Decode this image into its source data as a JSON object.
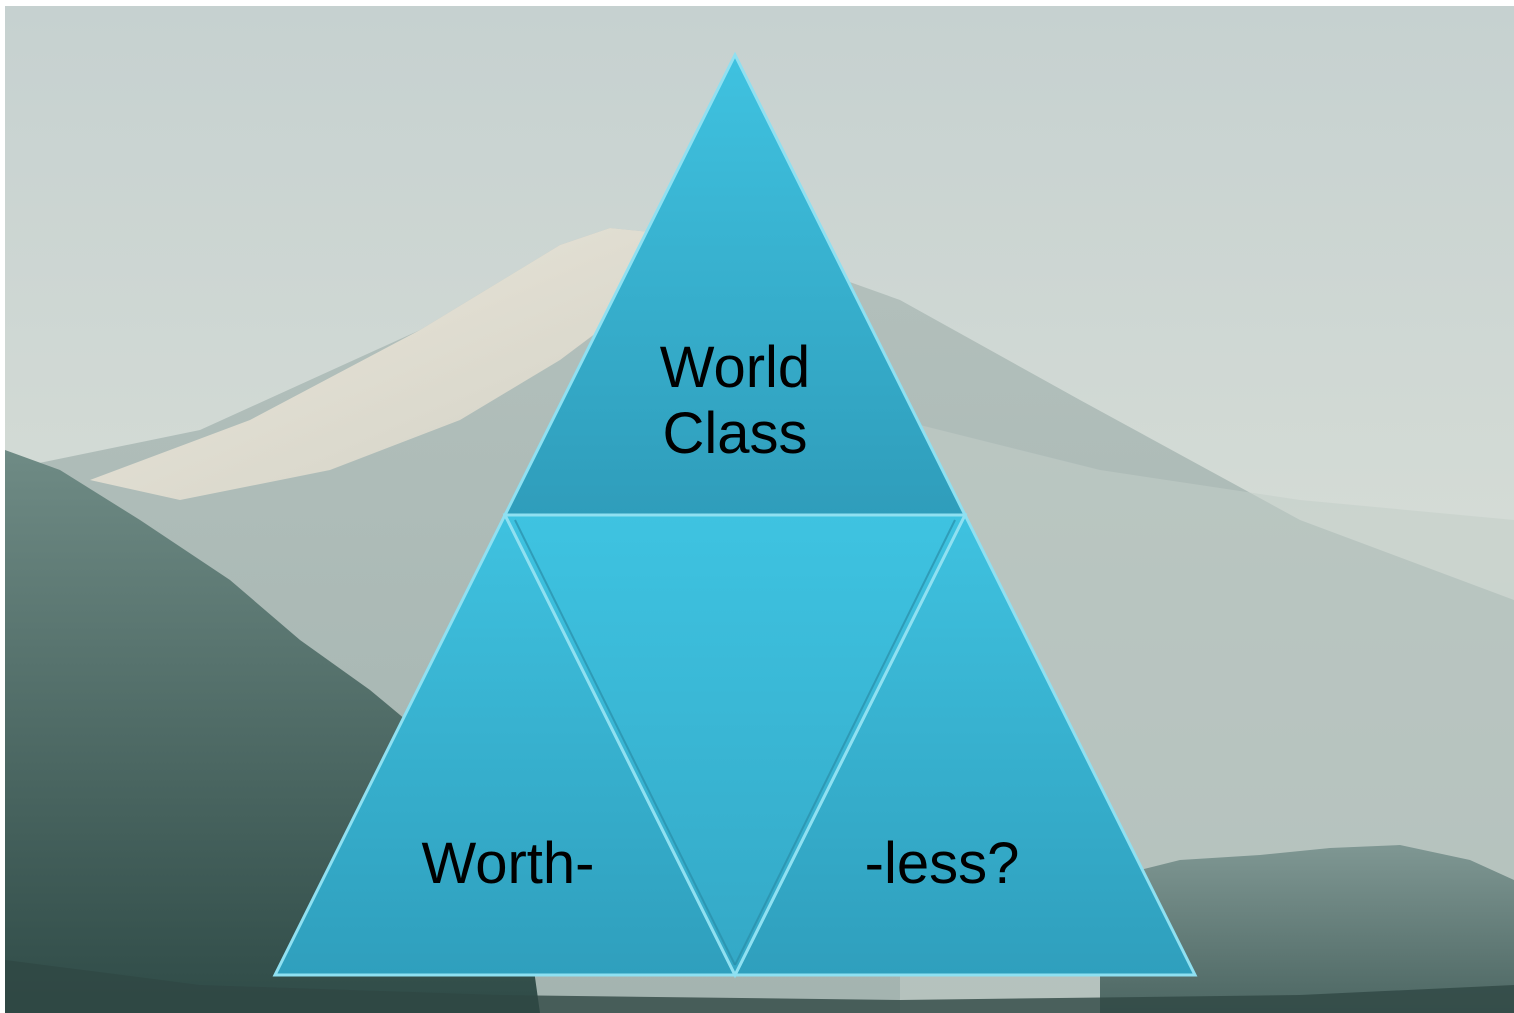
{
  "diagram": {
    "top_segment": {
      "lines": [
        "World",
        "Class"
      ]
    },
    "bottom_left_segment": {
      "label": "Worth-"
    },
    "bottom_right_segment": {
      "label": "-less?"
    }
  },
  "colors": {
    "triangle_face": "#3cbedd",
    "triangle_face_dark": "#2f9fbd",
    "triangle_edge": "#8fe0f1",
    "sky_top": "#c9d4d3",
    "sky_bottom": "#d3dbd6",
    "snow": "#e7e1d3",
    "distant_mountain": "#aab8b4",
    "forest_mid": "#5a7670",
    "forest_dark": "#33504c"
  }
}
